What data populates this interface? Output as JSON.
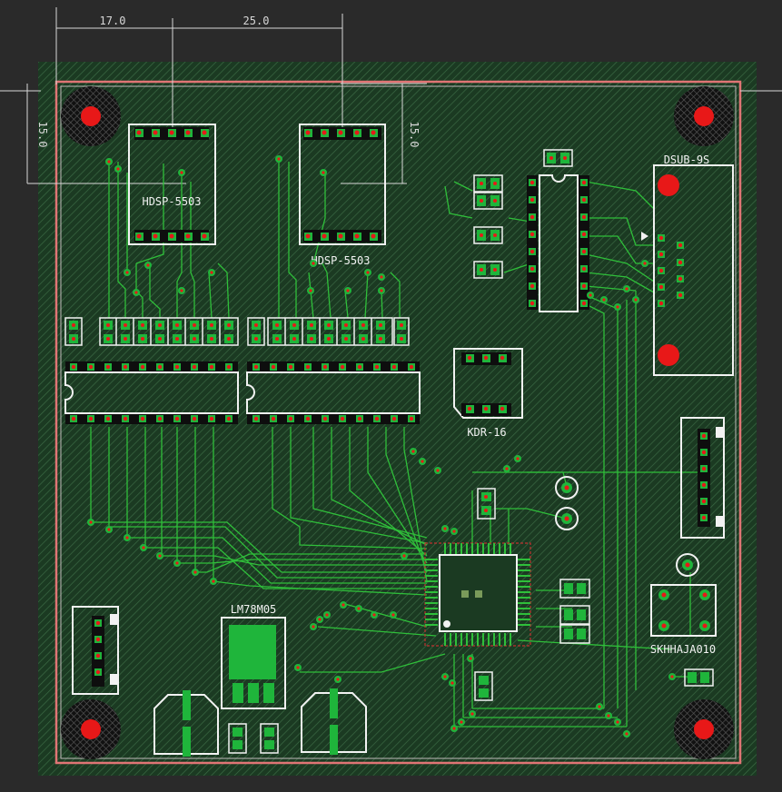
{
  "dimensions": {
    "top_left": "17.0",
    "top_right": "25.0",
    "side_left": "15.0",
    "side_right": "15.0"
  },
  "components": {
    "display_1": "HDSP-5503",
    "display_2": "HDSP-5503",
    "dsub_connector": "DSUB-9S",
    "crystal": "KDR-16",
    "regulator": "LM78M05",
    "switch": "SKHHAJA010"
  },
  "colors": {
    "board": "#1b3a22",
    "hatch": "#3b6a44",
    "trace": "#2fbf3a",
    "silk": "#f2f2f2",
    "outline": "#e07575",
    "pad_green": "#1fb53b",
    "pad_red": "#e81818",
    "dim_line": "#d8d8d8",
    "background": "#2a2a2a"
  }
}
